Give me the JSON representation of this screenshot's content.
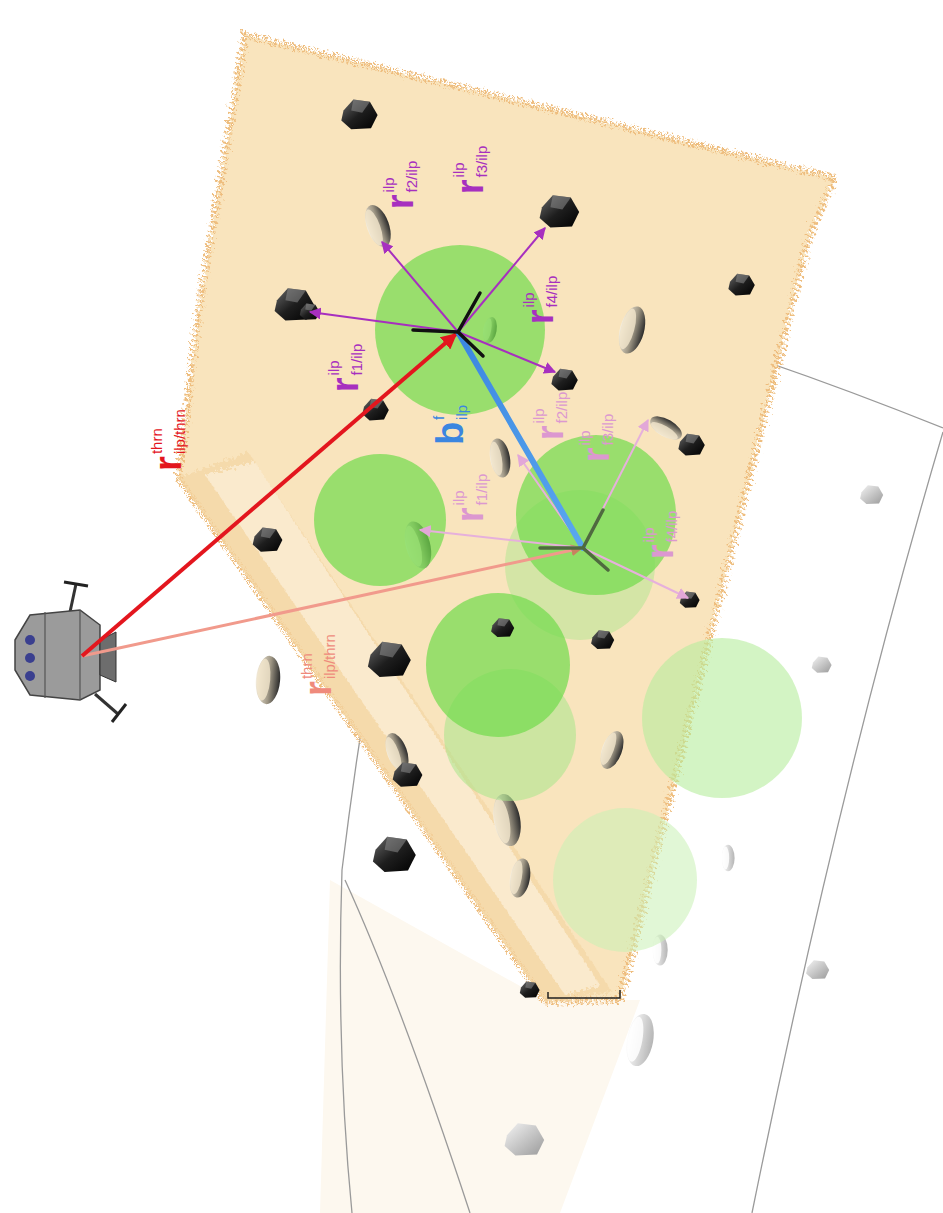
{
  "diagram": {
    "labels": [
      "r",
      "thrn",
      "ilp/thrn",
      "r",
      "thrn",
      "ilp/thrn",
      "b",
      "f",
      "ilp",
      "r",
      "ilp",
      "f1/ilp",
      "r",
      "ilp",
      "f2/ilp",
      "r",
      "ilp",
      "f3/ilp",
      "r",
      "ilp",
      "f4/ilp",
      "r",
      "ilp",
      "f1/ilp",
      "r",
      "ilp",
      "f2/ilp",
      "r",
      "ilp",
      "f3/ilp",
      "r",
      "ilp",
      "f4/ilp"
    ]
  }
}
